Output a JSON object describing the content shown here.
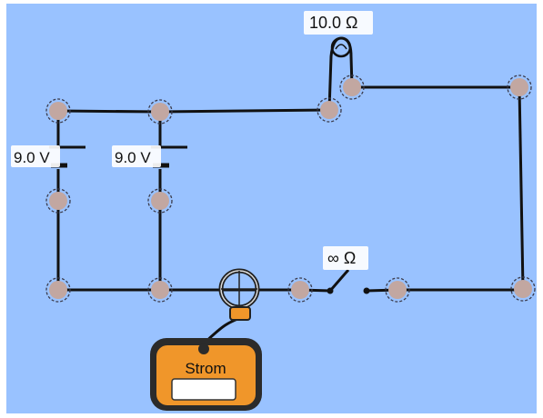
{
  "circuit": {
    "background_color": "#99c2ff",
    "batteries": [
      {
        "label": "9.0 V"
      },
      {
        "label": "9.0 V"
      }
    ],
    "bulb": {
      "label": "10.0 Ω"
    },
    "switch": {
      "label": "∞ Ω",
      "state": "open"
    },
    "ammeter": {
      "title": "Strom",
      "reading": ""
    }
  },
  "colors": {
    "wire": "#111111",
    "junction_fill": "#c2a7a1",
    "meter_orange": "#f0962a",
    "meter_dark": "#2b2b2b",
    "label_bg": "#ffffff"
  }
}
